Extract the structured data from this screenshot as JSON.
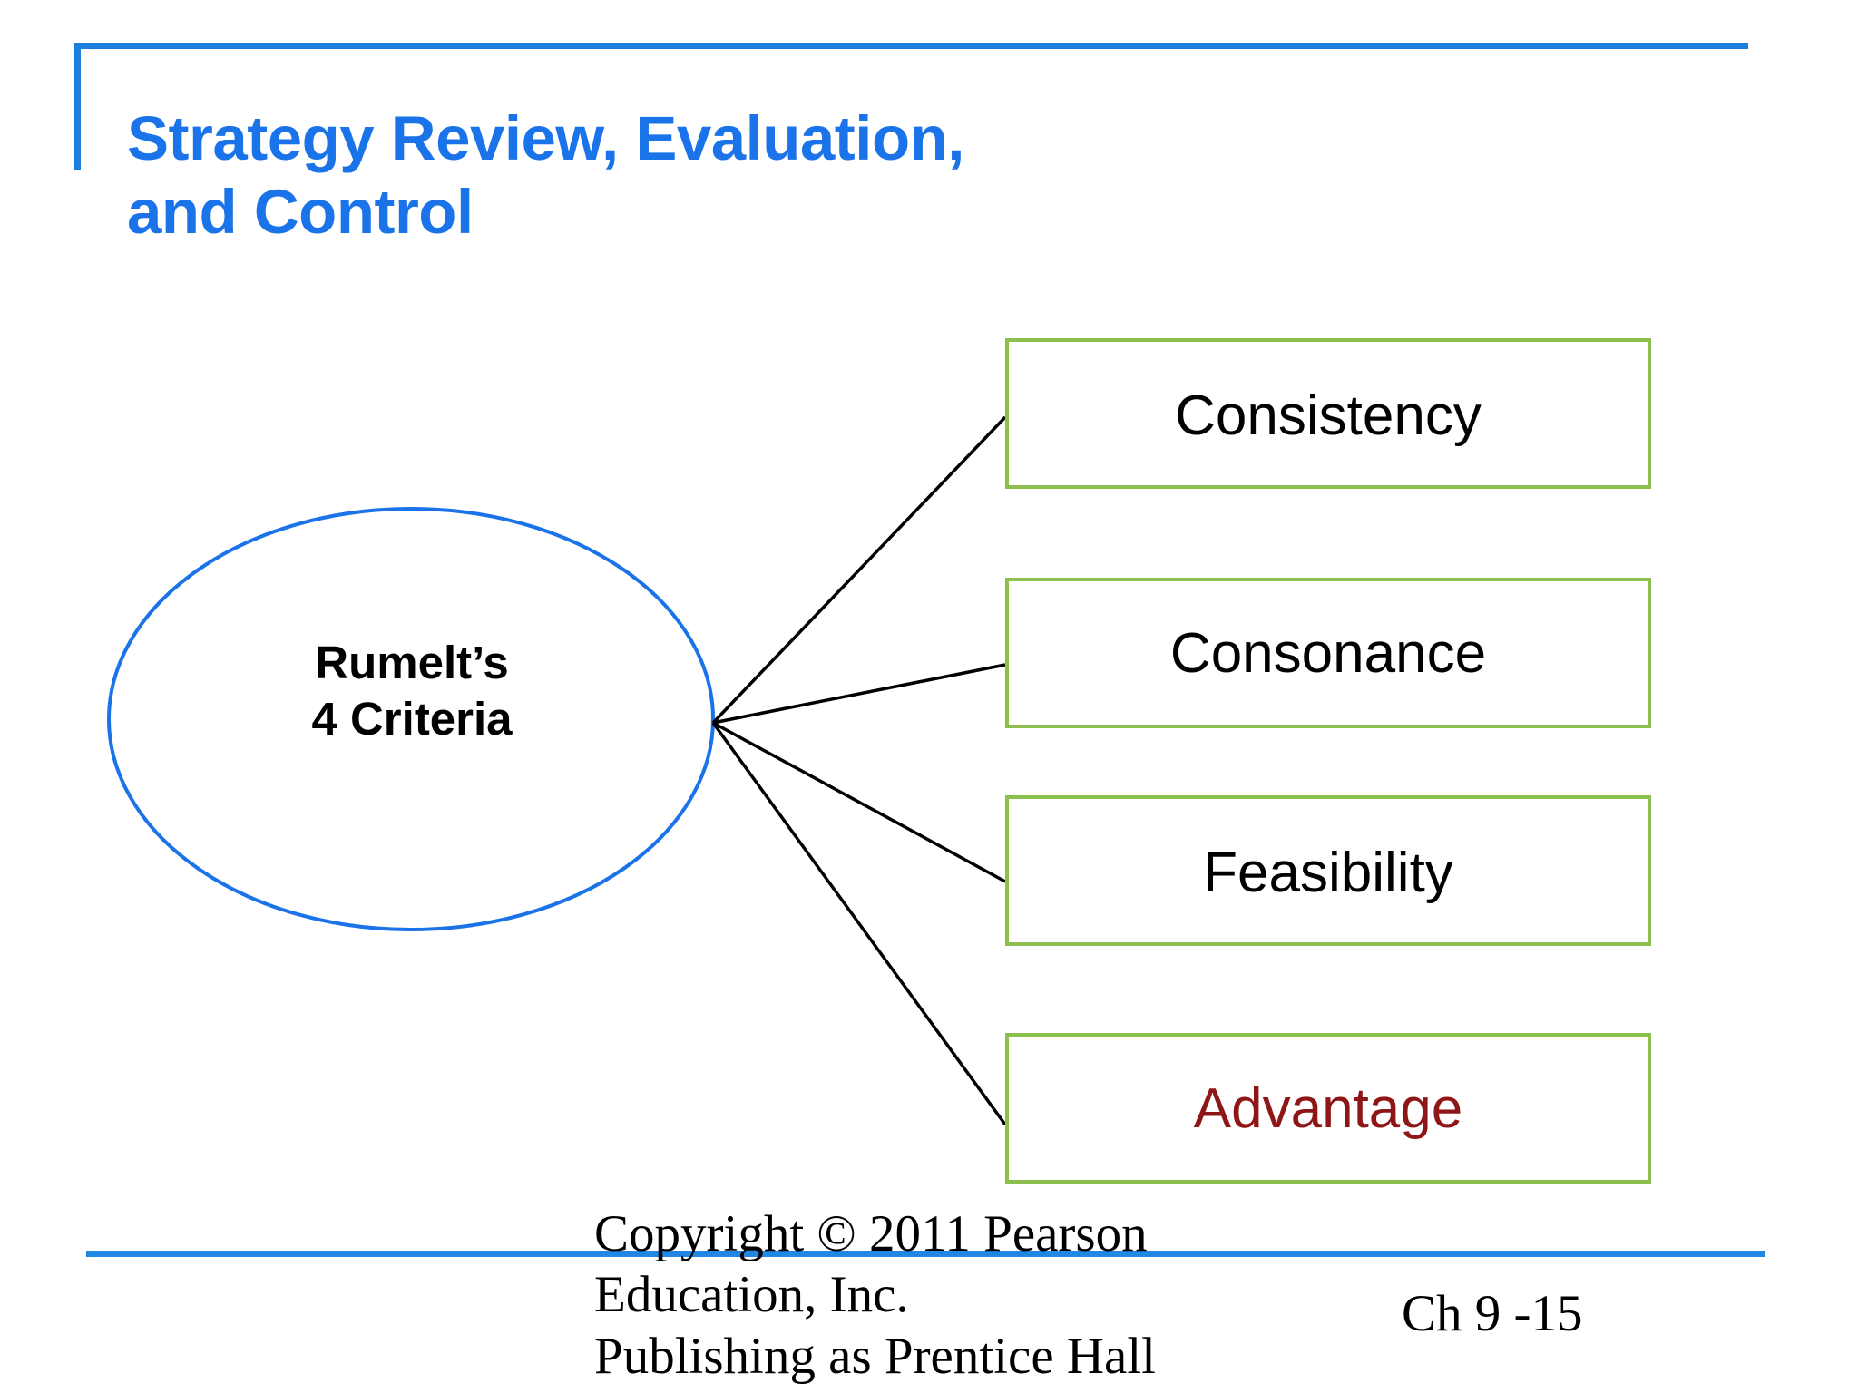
{
  "slide": {
    "title": "Strategy Review, Evaluation,\nand Control",
    "title_color": "#1A73E8",
    "background_color": "#ffffff",
    "accent_rule_color": "#1B7FE0"
  },
  "diagram": {
    "type": "radial-callout",
    "center_node": {
      "label": "Rumelt’s\n4 Criteria",
      "shape": "ellipse",
      "outline_color": "#1A73E8",
      "text_color": "#000000"
    },
    "connector_color": "#000000",
    "box_border_color": "#8CBF4D",
    "criteria": [
      {
        "label": "Consistency",
        "text_color": "#000000"
      },
      {
        "label": "Consonance",
        "text_color": "#000000"
      },
      {
        "label": "Feasibility",
        "text_color": "#000000"
      },
      {
        "label": "Advantage",
        "text_color": "#8E1616"
      }
    ]
  },
  "footer": {
    "copyright": "Copyright © 2011 Pearson\nEducation, Inc.\nPublishing as Prentice Hall",
    "chapter": "Ch 9 -15",
    "rule_color": "#2088E4"
  }
}
